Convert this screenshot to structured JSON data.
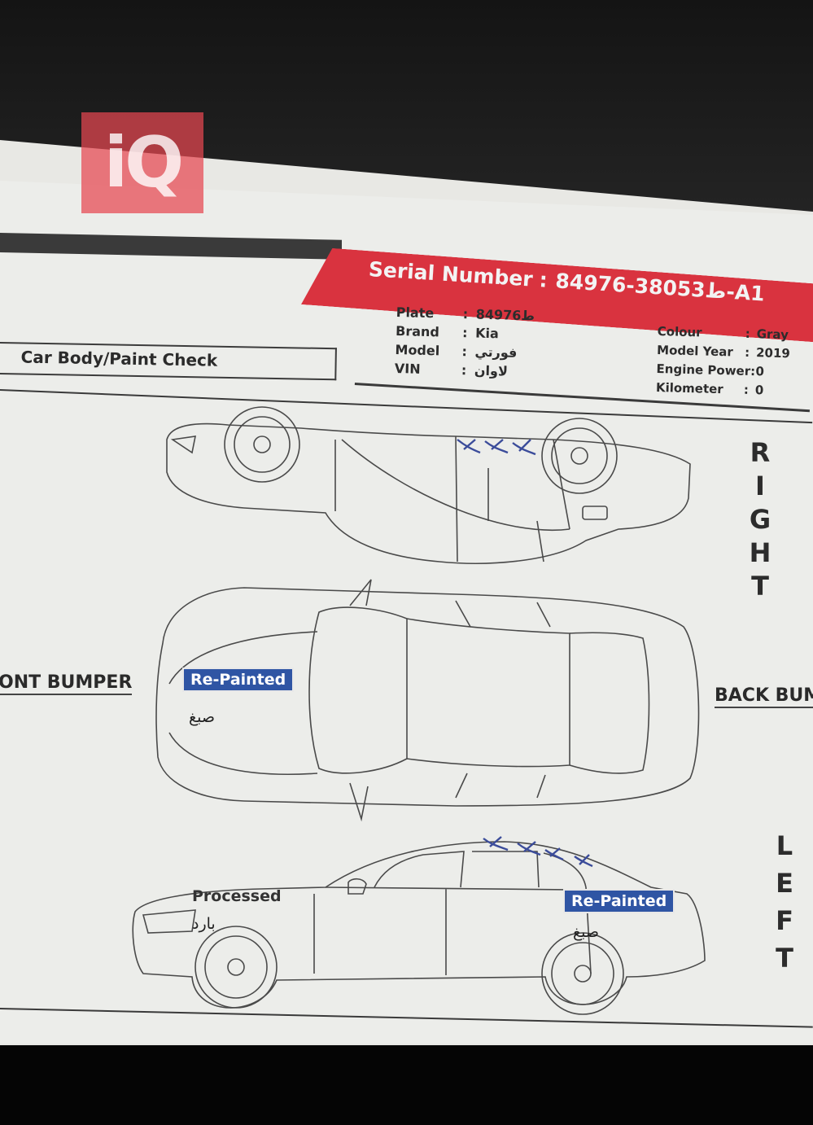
{
  "watermark": {
    "logo_text": "iQ"
  },
  "header": {
    "serial_label": "Serial Number",
    "serial_sep": ":",
    "serial_value": "ط38053-84976-A1"
  },
  "section": {
    "title": "Car Body/Paint Check"
  },
  "vehicle_info": {
    "left": [
      {
        "label": "Plate",
        "value": "ط84976"
      },
      {
        "label": "Brand",
        "value": "Kia"
      },
      {
        "label": "Model",
        "value": "فورتي"
      },
      {
        "label": "VIN",
        "value": "لاوان"
      }
    ],
    "right": [
      {
        "label": "Colour",
        "value": "Gray"
      },
      {
        "label": "Model Year",
        "value": "2019"
      },
      {
        "label": "Engine Power:",
        "value": "0"
      },
      {
        "label": "Kilometer",
        "value": "0"
      }
    ]
  },
  "diagram": {
    "side_labels": {
      "right": [
        "R",
        "I",
        "G",
        "H",
        "T"
      ],
      "left": [
        "L",
        "E",
        "F",
        "T"
      ]
    },
    "front_bumper_label": "ONT BUMPER",
    "back_bumper_label": "BACK BUM",
    "annotations": [
      {
        "id": "hood",
        "tag": "Re-Painted",
        "arabic": "صبغ"
      },
      {
        "id": "left-rear-door",
        "tag": "Re-Painted",
        "arabic": "صبغ"
      },
      {
        "id": "left-front-fender",
        "text": "Processed",
        "arabic": "بارد"
      }
    ],
    "scratch_marks": [
      "xxx",
      "xxxx"
    ]
  },
  "colors": {
    "accent_red": "#d9333f",
    "tag_blue": "#2f55a4",
    "logo_pink": "#e64650",
    "paper": "#ecedea"
  }
}
